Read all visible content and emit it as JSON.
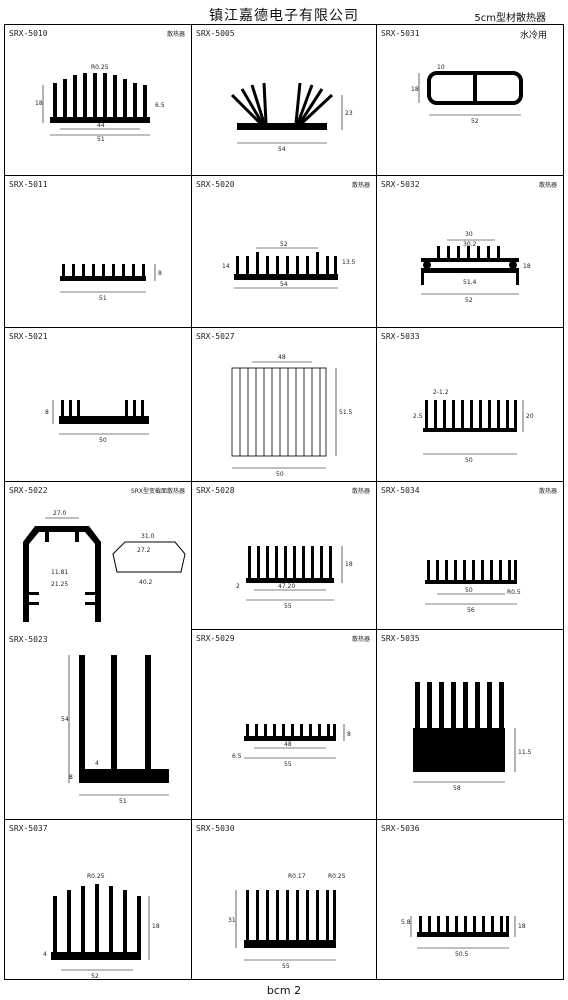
{
  "header": {
    "company": "镇江嘉德电子有限公司",
    "series": "5cm型材散热器"
  },
  "footer": {
    "page": "bcm 2"
  },
  "cells": [
    {
      "code": "SRX-5010",
      "tag": "散热器",
      "note": "",
      "dims": [
        "R0.25",
        "44",
        "51",
        "18",
        "6.5"
      ]
    },
    {
      "code": "SRX-5005",
      "tag": "",
      "note": "",
      "dims": [
        "54",
        "23"
      ]
    },
    {
      "code": "SRX-5031",
      "tag": "",
      "note": "水冷用",
      "dims": [
        "52",
        "18",
        "10"
      ]
    },
    {
      "code": "SRX-5011",
      "tag": "",
      "note": "",
      "dims": [
        "51",
        "8"
      ]
    },
    {
      "code": "SRX-5020",
      "tag": "散热器",
      "note": "",
      "dims": [
        "52",
        "54",
        "14",
        "13.5"
      ]
    },
    {
      "code": "SRX-5032",
      "tag": "散热器",
      "note": "",
      "dims": [
        "30",
        "30.2",
        "51.4",
        "52",
        "18"
      ]
    },
    {
      "code": "SRX-5021",
      "tag": "",
      "note": "",
      "dims": [
        "50",
        "8"
      ]
    },
    {
      "code": "SRX-5027",
      "tag": "",
      "note": "",
      "dims": [
        "48",
        "50",
        "51.5"
      ]
    },
    {
      "code": "SRX-5033",
      "tag": "",
      "note": "",
      "dims": [
        "2-1.2",
        "50",
        "2.5",
        "20"
      ]
    },
    {
      "code": "SRX-5022",
      "tag": "SRX型变截面散热器",
      "note": "",
      "dims": [
        "27.0",
        "27.2",
        "31.0",
        "40.2",
        "11.81",
        "21.25"
      ]
    },
    {
      "code": "SRX-5028",
      "tag": "散热器",
      "note": "",
      "dims": [
        "47.20",
        "55",
        "18",
        "2"
      ]
    },
    {
      "code": "SRX-5034",
      "tag": "散热器",
      "note": "",
      "dims": [
        "50",
        "56",
        "R0.5"
      ]
    },
    {
      "code": "SRX-5023",
      "tag": "",
      "note": "",
      "dims": [
        "51",
        "54",
        "4",
        "8"
      ]
    },
    {
      "code": "SRX-5029",
      "tag": "散热器",
      "note": "",
      "dims": [
        "48",
        "55",
        "8",
        "6.5"
      ]
    },
    {
      "code": "SRX-5035",
      "tag": "",
      "note": "",
      "dims": [
        "58",
        "11.5"
      ]
    },
    {
      "code": "SRX-5037",
      "tag": "",
      "note": "",
      "dims": [
        "R0.25",
        "52",
        "18",
        "4"
      ]
    },
    {
      "code": "SRX-5030",
      "tag": "",
      "note": "",
      "dims": [
        "R0.17",
        "R0.25",
        "55",
        "31"
      ]
    },
    {
      "code": "SRX-5036",
      "tag": "",
      "note": "",
      "dims": [
        "50.5",
        "5.8",
        "18"
      ]
    }
  ]
}
